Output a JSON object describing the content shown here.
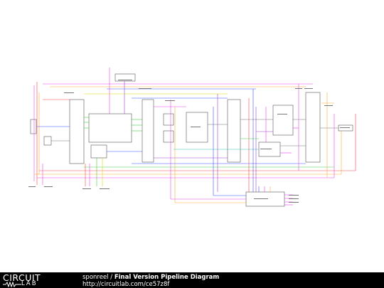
{
  "footer": {
    "logo_top": "CIRCUIT",
    "logo_bottom": "LAB",
    "author": "sponreel",
    "separator": " / ",
    "title": "Final Version Pipeline Diagram",
    "url": "http://circuitlab.com/ce57z8f"
  },
  "colors": {
    "red": "#ff4444",
    "magenta": "#ee44ee",
    "orange": "#ffaa33",
    "yellow": "#dddd00",
    "green": "#44cc44",
    "blue": "#3355ff",
    "purple": "#9944cc",
    "teal": "#33bbbb",
    "gray": "#777777"
  }
}
